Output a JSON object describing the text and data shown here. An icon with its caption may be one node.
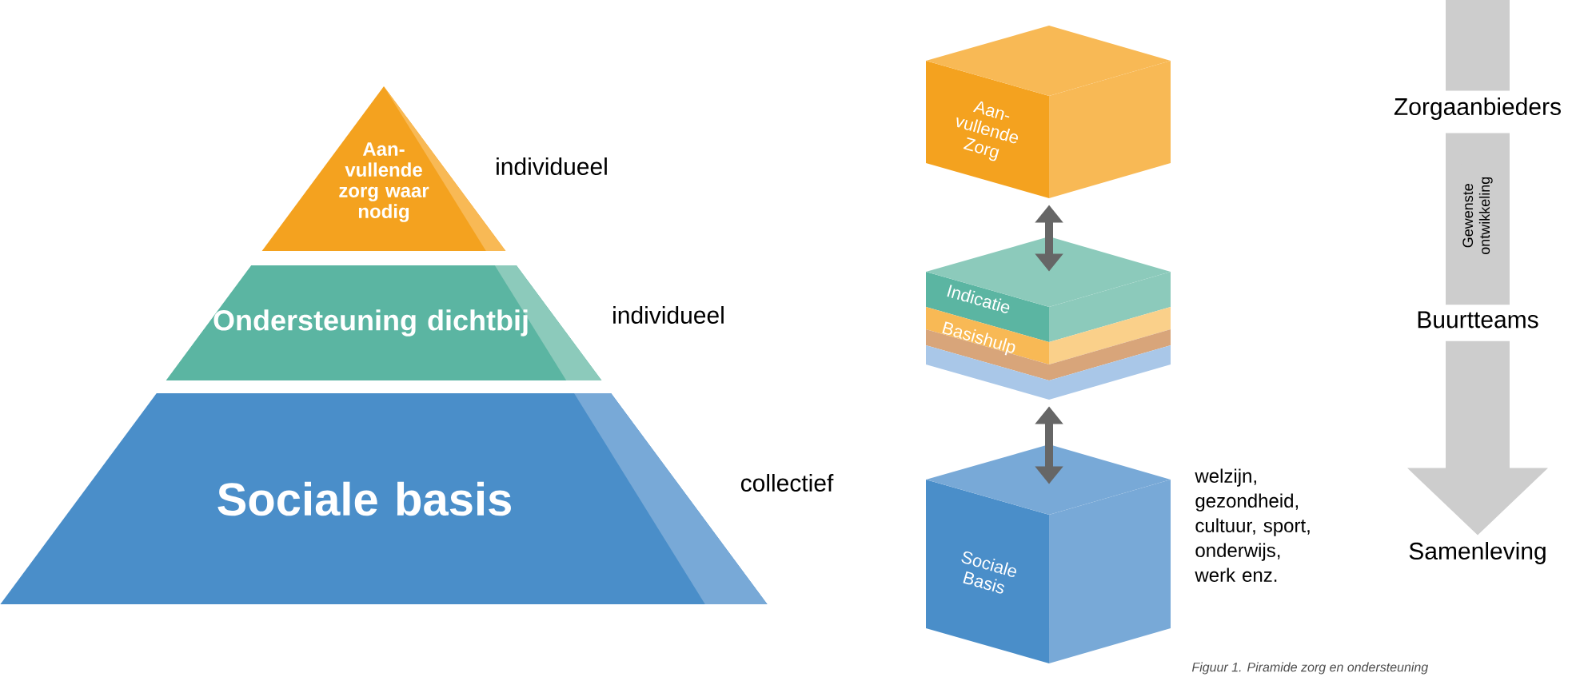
{
  "diagram": {
    "caption": "Figuur 1. Piramide zorg en ondersteuning",
    "nodes": [
      {
        "text": [
          "Aan- vullende zorg waar nodig"
        ],
        "beside": [
          "individueel"
        ]
      },
      {
        "text": [
          "Ondersteuning dichtbij"
        ],
        "beside": [
          "individueel"
        ]
      },
      {
        "text": [
          "Sociale basis"
        ],
        "beside": [
          "collectief"
        ]
      },
      {
        "text": [
          "Aan- vullende Zorg"
        ]
      },
      {
        "text": [
          "Indicatie",
          "Basishulp"
        ]
      },
      {
        "text": [
          "Sociale Basis"
        ],
        "beside": [
          "welzijn, gezondheid, cultuur, sport, onderwijs, werk enz."
        ]
      },
      {
        "text": [
          "Zorgaanbieders"
        ]
      },
      {
        "text": [
          "Buurtteams"
        ]
      },
      {
        "text": [
          "Samenleving"
        ]
      }
    ],
    "edges": [
      {
        "from": 3,
        "to": 4,
        "arrow": "both",
        "color": "#666666"
      },
      {
        "from": 4,
        "to": 5,
        "arrow": "both",
        "color": "#666666"
      },
      {
        "from": null,
        "to": 6,
        "arrow": "none",
        "style": "thick"
      },
      {
        "from": 6,
        "to": 7,
        "arrow": "none",
        "style": "thick",
        "label": "Gewenste ontwikkeling"
      },
      {
        "from": 7,
        "to": 8,
        "arrow": "to",
        "style": "thick"
      }
    ]
  }
}
